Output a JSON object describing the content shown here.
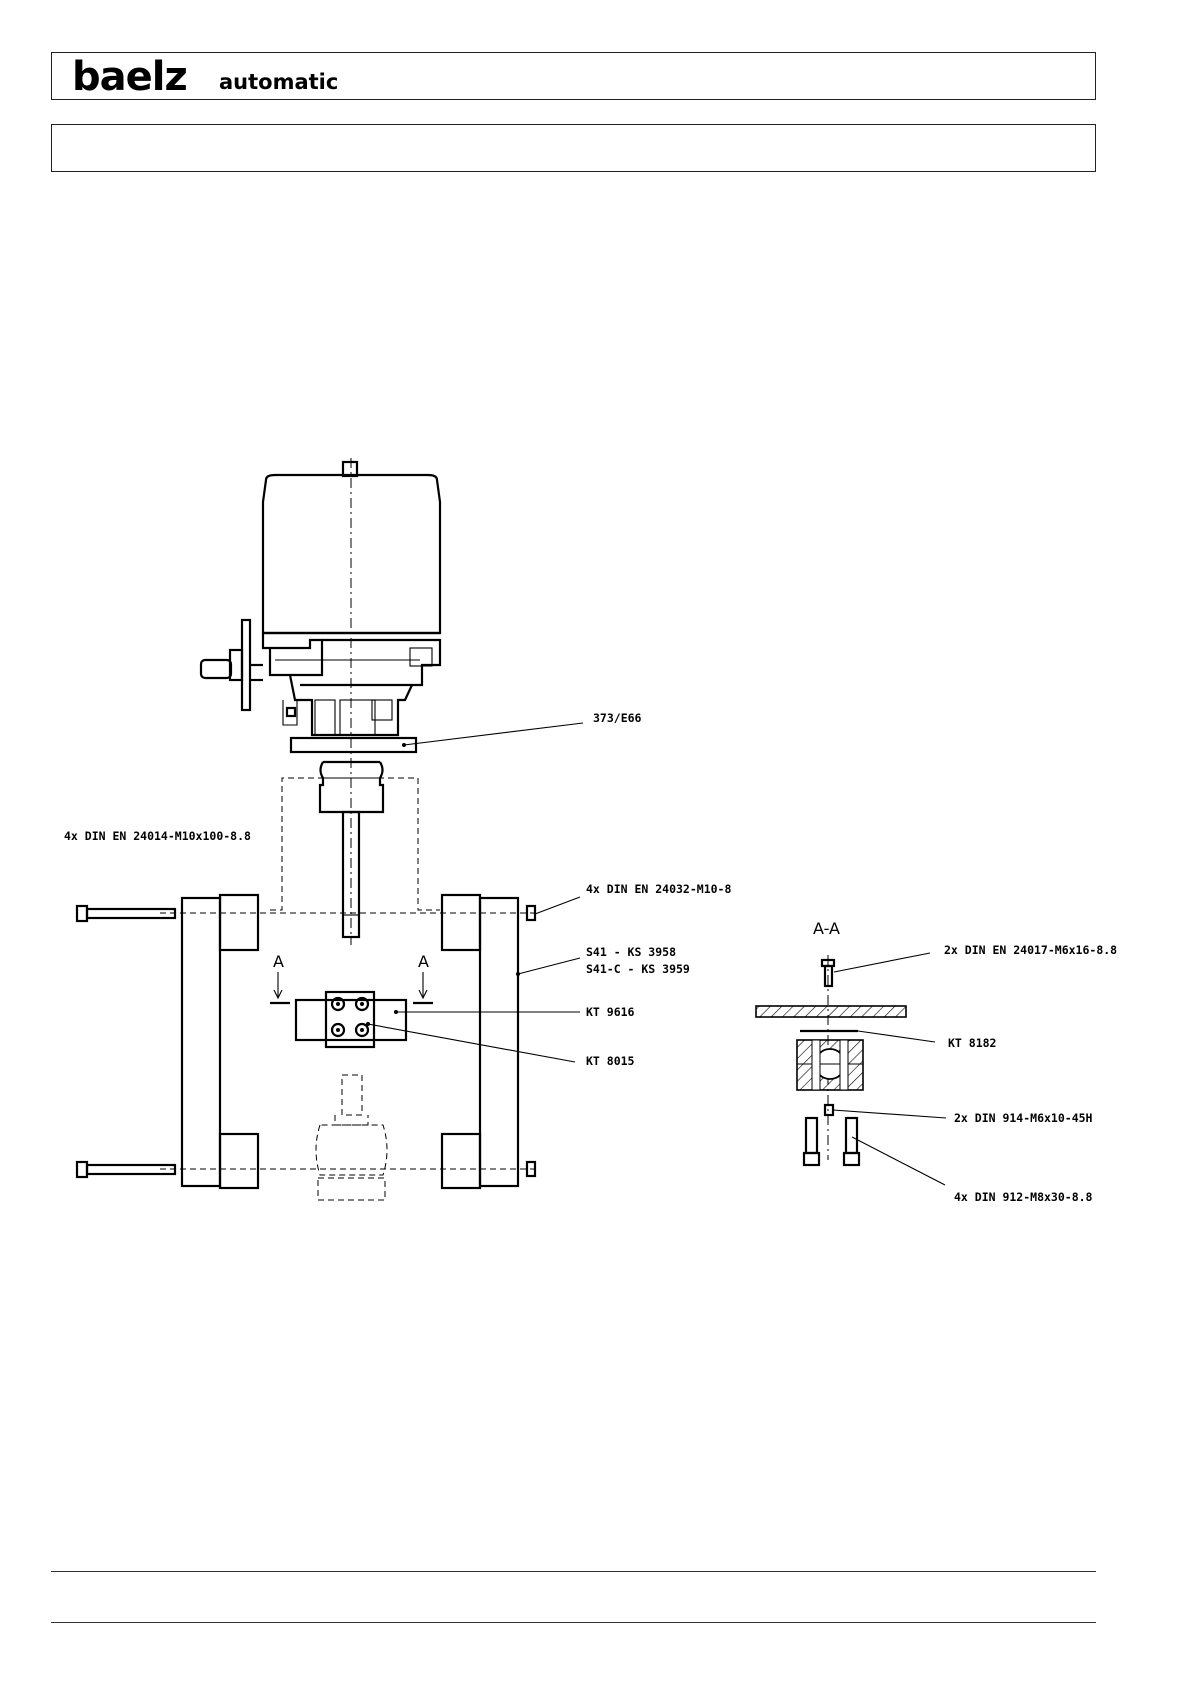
{
  "header": {
    "logo_main": "baelz",
    "logo_sub": "automatic",
    "title": ""
  },
  "drawing": {
    "labels": {
      "actuator": "373/E66",
      "bolts_long": "4x DIN EN 24014-M10x100-8.8",
      "nuts": "4x DIN EN 24032-M10-8",
      "yoke_line1": "S41 - KS 3958",
      "yoke_line2": "S41-C - KS 3959",
      "coupling_block": "KT 9616",
      "coupling": "KT 8015",
      "section_mark_left": "A",
      "section_mark_right": "A",
      "section_title": "A-A",
      "section_screw": "2x DIN EN 24017-M6x16-8.8",
      "section_plate": "KT 8182",
      "section_setscrew": "2x DIN 914-M6x10-45H",
      "section_capscrews": "4x DIN 912-M8x30-8.8"
    }
  },
  "footer": {
    "text": ""
  }
}
